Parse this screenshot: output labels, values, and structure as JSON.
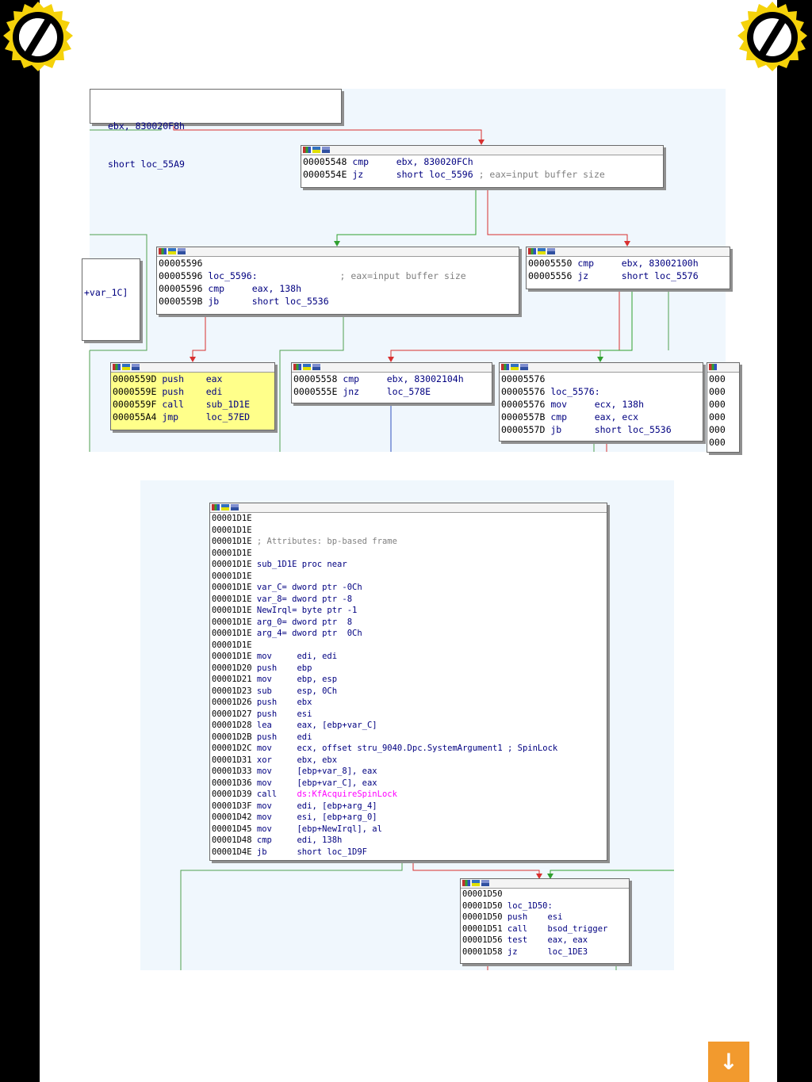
{
  "download_button": {
    "icon": "download-arrow-icon",
    "glyph": "↓",
    "color": "#f29a2e"
  },
  "logo": {
    "icon": "brand-logo-icon",
    "ring_color": "#f5d20a"
  },
  "graph_top": {
    "node_a": [
      "ebx, 830020F8h",
      "short loc_55A9"
    ],
    "node_b": [
      {
        "a": "00005548",
        "m": "cmp",
        "o": "ebx, 830020FCh",
        "c": ""
      },
      {
        "a": "0000554E",
        "m": "jz",
        "o": "short loc_5596",
        "c": "; eax=input buffer size"
      }
    ],
    "node_left_fragment": "+var_1C]",
    "node_c": [
      {
        "a": "00005596",
        "m": "",
        "o": "",
        "c": ""
      },
      {
        "a": "00005596",
        "m": "loc_5596:",
        "o": "",
        "c": "; eax=input buffer size"
      },
      {
        "a": "00005596",
        "m": "cmp",
        "o": "eax, 138h",
        "c": ""
      },
      {
        "a": "0000559B",
        "m": "jb",
        "o": "short loc_5536",
        "c": ""
      }
    ],
    "node_d": [
      {
        "a": "00005550",
        "m": "cmp",
        "o": "ebx, 83002100h"
      },
      {
        "a": "00005556",
        "m": "jz",
        "o": "short loc_5576"
      }
    ],
    "node_e": [
      {
        "a": "0000559D",
        "m": "push",
        "o": "eax"
      },
      {
        "a": "0000559E",
        "m": "push",
        "o": "edi"
      },
      {
        "a": "0000559F",
        "m": "call",
        "o": "sub_1D1E"
      },
      {
        "a": "000055A4",
        "m": "jmp",
        "o": "loc_57ED"
      }
    ],
    "node_f": [
      {
        "a": "00005558",
        "m": "cmp",
        "o": "ebx, 83002104h"
      },
      {
        "a": "0000555E",
        "m": "jnz",
        "o": "loc_578E"
      }
    ],
    "node_g": [
      {
        "a": "00005576",
        "m": "",
        "o": ""
      },
      {
        "a": "00005576",
        "m": "loc_5576:",
        "o": ""
      },
      {
        "a": "00005576",
        "m": "mov",
        "o": "ecx, 138h"
      },
      {
        "a": "0000557B",
        "m": "cmp",
        "o": "eax, ecx"
      },
      {
        "a": "0000557D",
        "m": "jb",
        "o": "short loc_5536"
      }
    ],
    "node_h_fragment": [
      "000",
      "000",
      "000",
      "000",
      "000",
      "000"
    ]
  },
  "graph_bottom": {
    "node_main": [
      {
        "a": "00001D1E",
        "t": ""
      },
      {
        "a": "00001D1E",
        "t": ""
      },
      {
        "a": "00001D1E",
        "t": "; Attributes: bp-based frame",
        "k": "cm"
      },
      {
        "a": "00001D1E",
        "t": ""
      },
      {
        "a": "00001D1E",
        "t": "sub_1D1E proc near",
        "k": "lbl"
      },
      {
        "a": "00001D1E",
        "t": ""
      },
      {
        "a": "00001D1E",
        "t": "var_C= dword ptr -0Ch",
        "k": "lbl"
      },
      {
        "a": "00001D1E",
        "t": "var_8= dword ptr -8",
        "k": "lbl"
      },
      {
        "a": "00001D1E",
        "t": "NewIrql= byte ptr -1",
        "k": "lbl"
      },
      {
        "a": "00001D1E",
        "t": "arg_0= dword ptr  8",
        "k": "lbl"
      },
      {
        "a": "00001D1E",
        "t": "arg_4= dword ptr  0Ch",
        "k": "lbl"
      },
      {
        "a": "00001D1E",
        "t": ""
      },
      {
        "a": "00001D1E",
        "m": "mov",
        "o": "edi, edi"
      },
      {
        "a": "00001D20",
        "m": "push",
        "o": "ebp"
      },
      {
        "a": "00001D21",
        "m": "mov",
        "o": "ebp, esp"
      },
      {
        "a": "00001D23",
        "m": "sub",
        "o": "esp, 0Ch"
      },
      {
        "a": "00001D26",
        "m": "push",
        "o": "ebx"
      },
      {
        "a": "00001D27",
        "m": "push",
        "o": "esi"
      },
      {
        "a": "00001D28",
        "m": "lea",
        "o": "eax, [ebp+var_C]"
      },
      {
        "a": "00001D2B",
        "m": "push",
        "o": "edi"
      },
      {
        "a": "00001D2C",
        "m": "mov",
        "o": "ecx, offset stru_9040.Dpc.SystemArgument1 ; SpinLock"
      },
      {
        "a": "00001D31",
        "m": "xor",
        "o": "ebx, ebx"
      },
      {
        "a": "00001D33",
        "m": "mov",
        "o": "[ebp+var_8], eax"
      },
      {
        "a": "00001D36",
        "m": "mov",
        "o": "[ebp+var_C], eax"
      },
      {
        "a": "00001D39",
        "m": "call",
        "o": "ds:KfAcquireSpinLock",
        "k": "imp"
      },
      {
        "a": "00001D3F",
        "m": "mov",
        "o": "edi, [ebp+arg_4]"
      },
      {
        "a": "00001D42",
        "m": "mov",
        "o": "esi, [ebp+arg_0]"
      },
      {
        "a": "00001D45",
        "m": "mov",
        "o": "[ebp+NewIrql], al"
      },
      {
        "a": "00001D48",
        "m": "cmp",
        "o": "edi, 138h"
      },
      {
        "a": "00001D4E",
        "m": "jb",
        "o": "short loc_1D9F"
      }
    ],
    "node_next": [
      {
        "a": "00001D50",
        "m": "",
        "o": ""
      },
      {
        "a": "00001D50",
        "m": "loc_1D50:",
        "o": ""
      },
      {
        "a": "00001D50",
        "m": "push",
        "o": "esi"
      },
      {
        "a": "00001D51",
        "m": "call",
        "o": "bsod_trigger"
      },
      {
        "a": "00001D56",
        "m": "test",
        "o": "eax, eax"
      },
      {
        "a": "00001D58",
        "m": "jz",
        "o": "loc_1DE3"
      }
    ]
  }
}
